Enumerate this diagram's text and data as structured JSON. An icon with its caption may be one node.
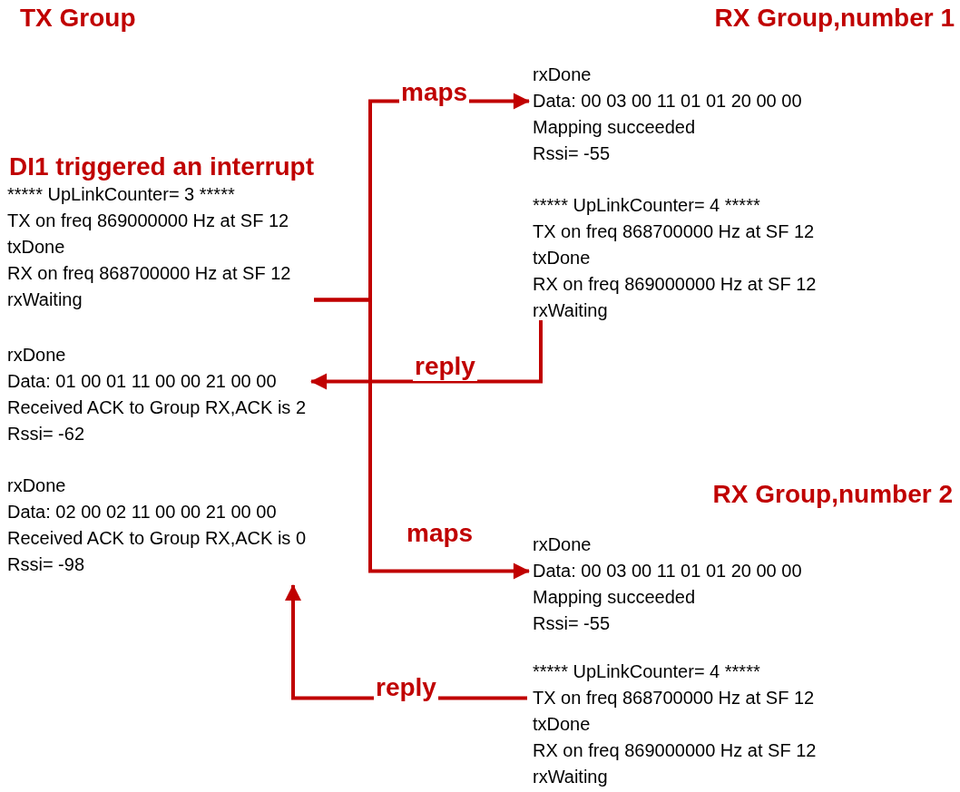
{
  "diagram": {
    "nodes": [
      {
        "text": [
          "DI1 triggered an interrupt",
          "***** UpLinkCounter= 3 *****",
          "TX on freq 869000000 Hz at SF 12",
          "txDone",
          "RX on freq 868700000 Hz at SF 12",
          "rxWaiting"
        ]
      },
      {
        "text": [
          "rxDone",
          "Data: 01 00 01 11 00 00 21 00 00",
          "Received ACK to Group RX,ACK is 2",
          "Rssi= -62"
        ]
      },
      {
        "text": [
          "rxDone",
          "Data: 02 00 02 11 00 00 21 00 00",
          "Received ACK to Group RX,ACK is 0",
          "Rssi= -98"
        ]
      },
      {
        "text": [
          "rxDone",
          "Data: 00 03 00 11 01 01 20 00 00",
          "Mapping succeeded",
          "Rssi= -55"
        ]
      },
      {
        "text": [
          "***** UpLinkCounter= 4 *****",
          "TX on freq 868700000 Hz at SF 12",
          "txDone",
          "RX on freq 869000000 Hz at SF 12",
          "rxWaiting"
        ]
      },
      {
        "text": [
          "rxDone",
          "Data: 00 03 00 11 01 01 20 00 00",
          "Mapping succeeded",
          "Rssi= -55"
        ]
      },
      {
        "text": [
          "***** UpLinkCounter= 4 *****",
          "TX on freq 868700000 Hz at SF 12",
          "txDone",
          "RX on freq 869000000 Hz at SF 12",
          "rxWaiting"
        ]
      }
    ],
    "edges": [
      {
        "from": 0,
        "to": 3,
        "arrow": "to",
        "label": "maps"
      },
      {
        "from": 0,
        "to": 5,
        "arrow": "to",
        "label": "maps"
      },
      {
        "from": 4,
        "to": 1,
        "arrow": "to",
        "label": "reply"
      },
      {
        "from": 6,
        "to": 2,
        "arrow": "to",
        "label": "reply"
      }
    ],
    "labels": [
      "TX Group",
      "RX Group,number 1",
      "RX Group,number 2"
    ]
  }
}
